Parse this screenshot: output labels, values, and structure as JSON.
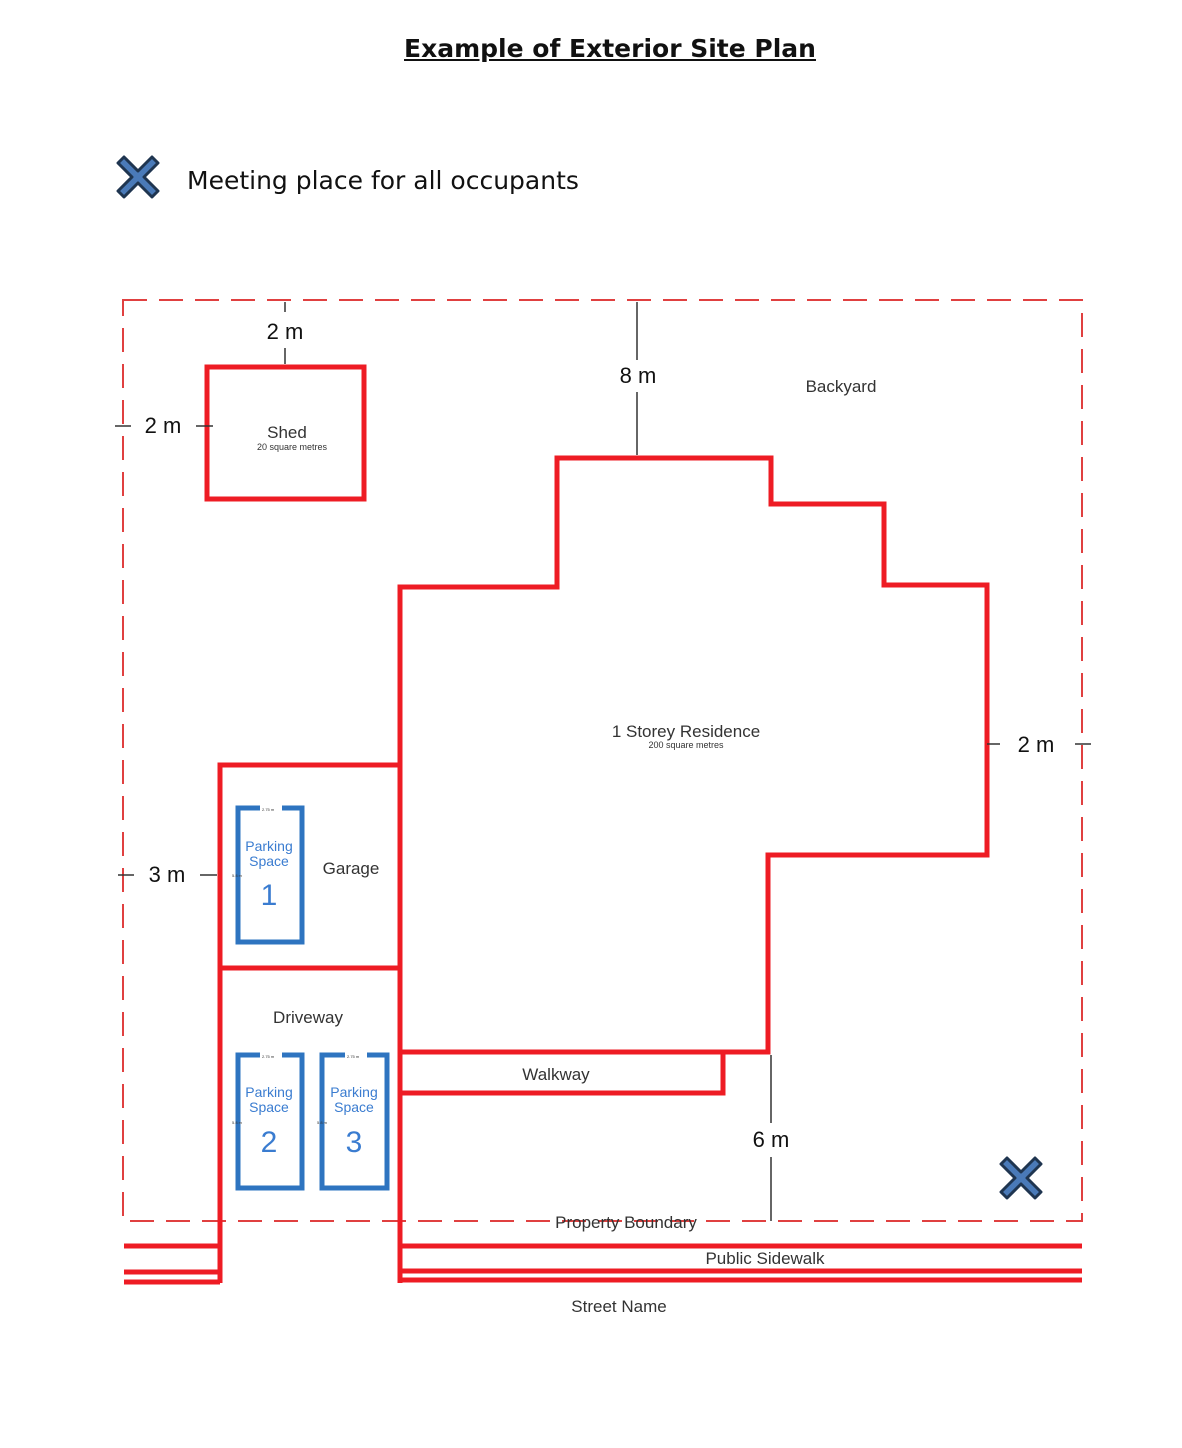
{
  "title": "Example of Exterior Site Plan",
  "legend": {
    "icon": "x-mark-icon",
    "text": "Meeting place for all occupants"
  },
  "plan": {
    "shed": {
      "label": "Shed",
      "area": "20 square metres"
    },
    "residence": {
      "label": "1 Storey Residence",
      "area": "200 square metres"
    },
    "backyard": "Backyard",
    "garage": "Garage",
    "driveway": "Driveway",
    "walkway": "Walkway",
    "property_boundary": "Property Boundary",
    "public_sidewalk": "Public Sidewalk",
    "street_name": "Street Name",
    "parking": [
      {
        "label1": "Parking",
        "label2": "Space",
        "number": "1",
        "width": "2.75 m",
        "length": "5.8 m"
      },
      {
        "label1": "Parking",
        "label2": "Space",
        "number": "2",
        "width": "2.75 m",
        "length": "5.8 m"
      },
      {
        "label1": "Parking",
        "label2": "Space",
        "number": "3",
        "width": "2.75 m",
        "length": "5.8 m"
      }
    ],
    "dimensions": {
      "shed_top": "2 m",
      "shed_left": "2 m",
      "house_top": "8 m",
      "house_right": "2 m",
      "garage_left": "3 m",
      "house_front": "6 m"
    }
  },
  "colors": {
    "wall": "#ee1c24",
    "parking": "#2e74c0",
    "marker": "#4a7ab8"
  }
}
